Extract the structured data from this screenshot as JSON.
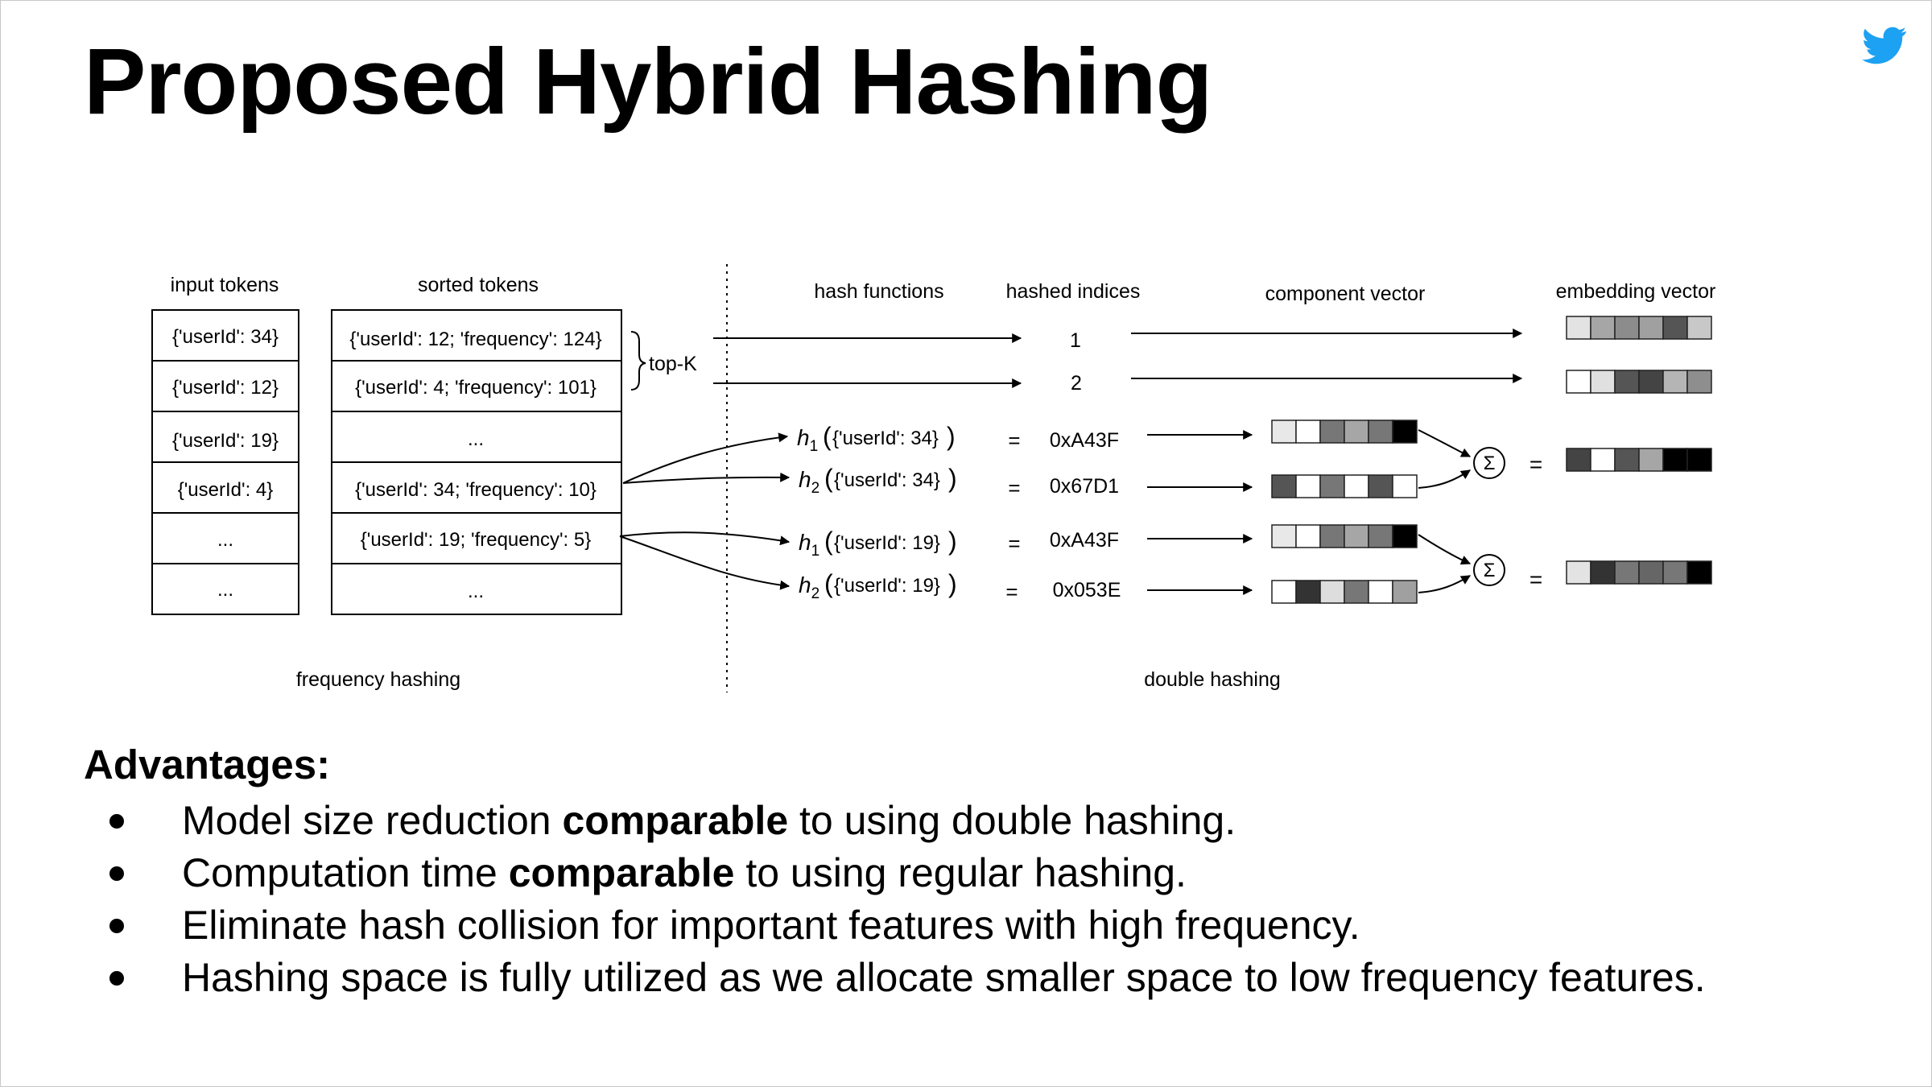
{
  "title": "Proposed Hybrid Hashing",
  "logo": "twitter-bird-icon",
  "colors": {
    "logo": "#1da1f2",
    "box_border": "#000000"
  },
  "diagram": {
    "input_tokens": {
      "header": "input tokens",
      "rows": [
        "{'userId': 34}",
        "{'userId': 12}",
        "{'userId': 19}",
        "{'userId': 4}",
        "...",
        "..."
      ]
    },
    "sorted_tokens": {
      "header": "sorted tokens",
      "rows": [
        "{'userId': 12; 'frequency': 124}",
        "{'userId': 4; 'frequency': 101}",
        "...",
        "{'userId': 34; 'frequency': 10}",
        "{'userId': 19; 'frequency': 5}",
        "..."
      ]
    },
    "top_k_label": "top-K",
    "headers": {
      "hash_functions": "hash functions",
      "hashed_indices": "hashed indices",
      "component_vector": "component vector",
      "embedding_vector": "embedding vector"
    },
    "direct_indices": [
      "1",
      "2"
    ],
    "hash_rows": [
      {
        "fn": "h",
        "sub": "1",
        "arg": "{'userId': 34}",
        "eq": "=",
        "value": "0xA43F"
      },
      {
        "fn": "h",
        "sub": "2",
        "arg": "{'userId': 34}",
        "eq": "=",
        "value": "0x67D1"
      },
      {
        "fn": "h",
        "sub": "1",
        "arg": "{'userId': 19}",
        "eq": "=",
        "value": "0xA43F"
      },
      {
        "fn": "h",
        "sub": "2",
        "arg": "{'userId': 19}",
        "eq": "=",
        "value": "0x053E"
      }
    ],
    "sum_symbol": "Σ",
    "sum_equals": "=",
    "section_labels": {
      "left": "frequency hashing",
      "right": "double hashing"
    },
    "vector_shades": {
      "embed_direct_1": [
        "#e3e3e3",
        "#a6a6a6",
        "#8c8c8c",
        "#a0a0a0",
        "#555555",
        "#c8c8c8"
      ],
      "embed_direct_2": [
        "#ffffff",
        "#e0e0e0",
        "#555555",
        "#444444",
        "#b5b5b5",
        "#8e8e8e"
      ],
      "comp_1": [
        "#e8e8e8",
        "#ffffff",
        "#777777",
        "#a6a6a6",
        "#777777",
        "#000000"
      ],
      "comp_2": [
        "#555555",
        "#ffffff",
        "#777777",
        "#ffffff",
        "#555555",
        "#ffffff"
      ],
      "comp_3": [
        "#e8e8e8",
        "#ffffff",
        "#777777",
        "#a6a6a6",
        "#777777",
        "#000000"
      ],
      "comp_4": [
        "#ffffff",
        "#333333",
        "#dddddd",
        "#777777",
        "#ffffff",
        "#a0a0a0"
      ],
      "embed_sum_1": [
        "#444444",
        "#ffffff",
        "#555555",
        "#a6a6a6",
        "#000000",
        "#000000"
      ],
      "embed_sum_2": [
        "#e3e3e3",
        "#333333",
        "#777777",
        "#666666",
        "#777777",
        "#000000"
      ]
    }
  },
  "advantages": {
    "heading": "Advantages:",
    "items": [
      {
        "before": "Model size reduction ",
        "bold": "comparable",
        "after": " to using double hashing."
      },
      {
        "before": "Computation time ",
        "bold": "comparable",
        "after": " to using regular hashing."
      },
      {
        "before": "Eliminate hash collision for important features with high frequency.",
        "bold": "",
        "after": ""
      },
      {
        "before": "Hashing space is fully utilized as we allocate smaller space to low frequency features.",
        "bold": "",
        "after": ""
      }
    ]
  }
}
